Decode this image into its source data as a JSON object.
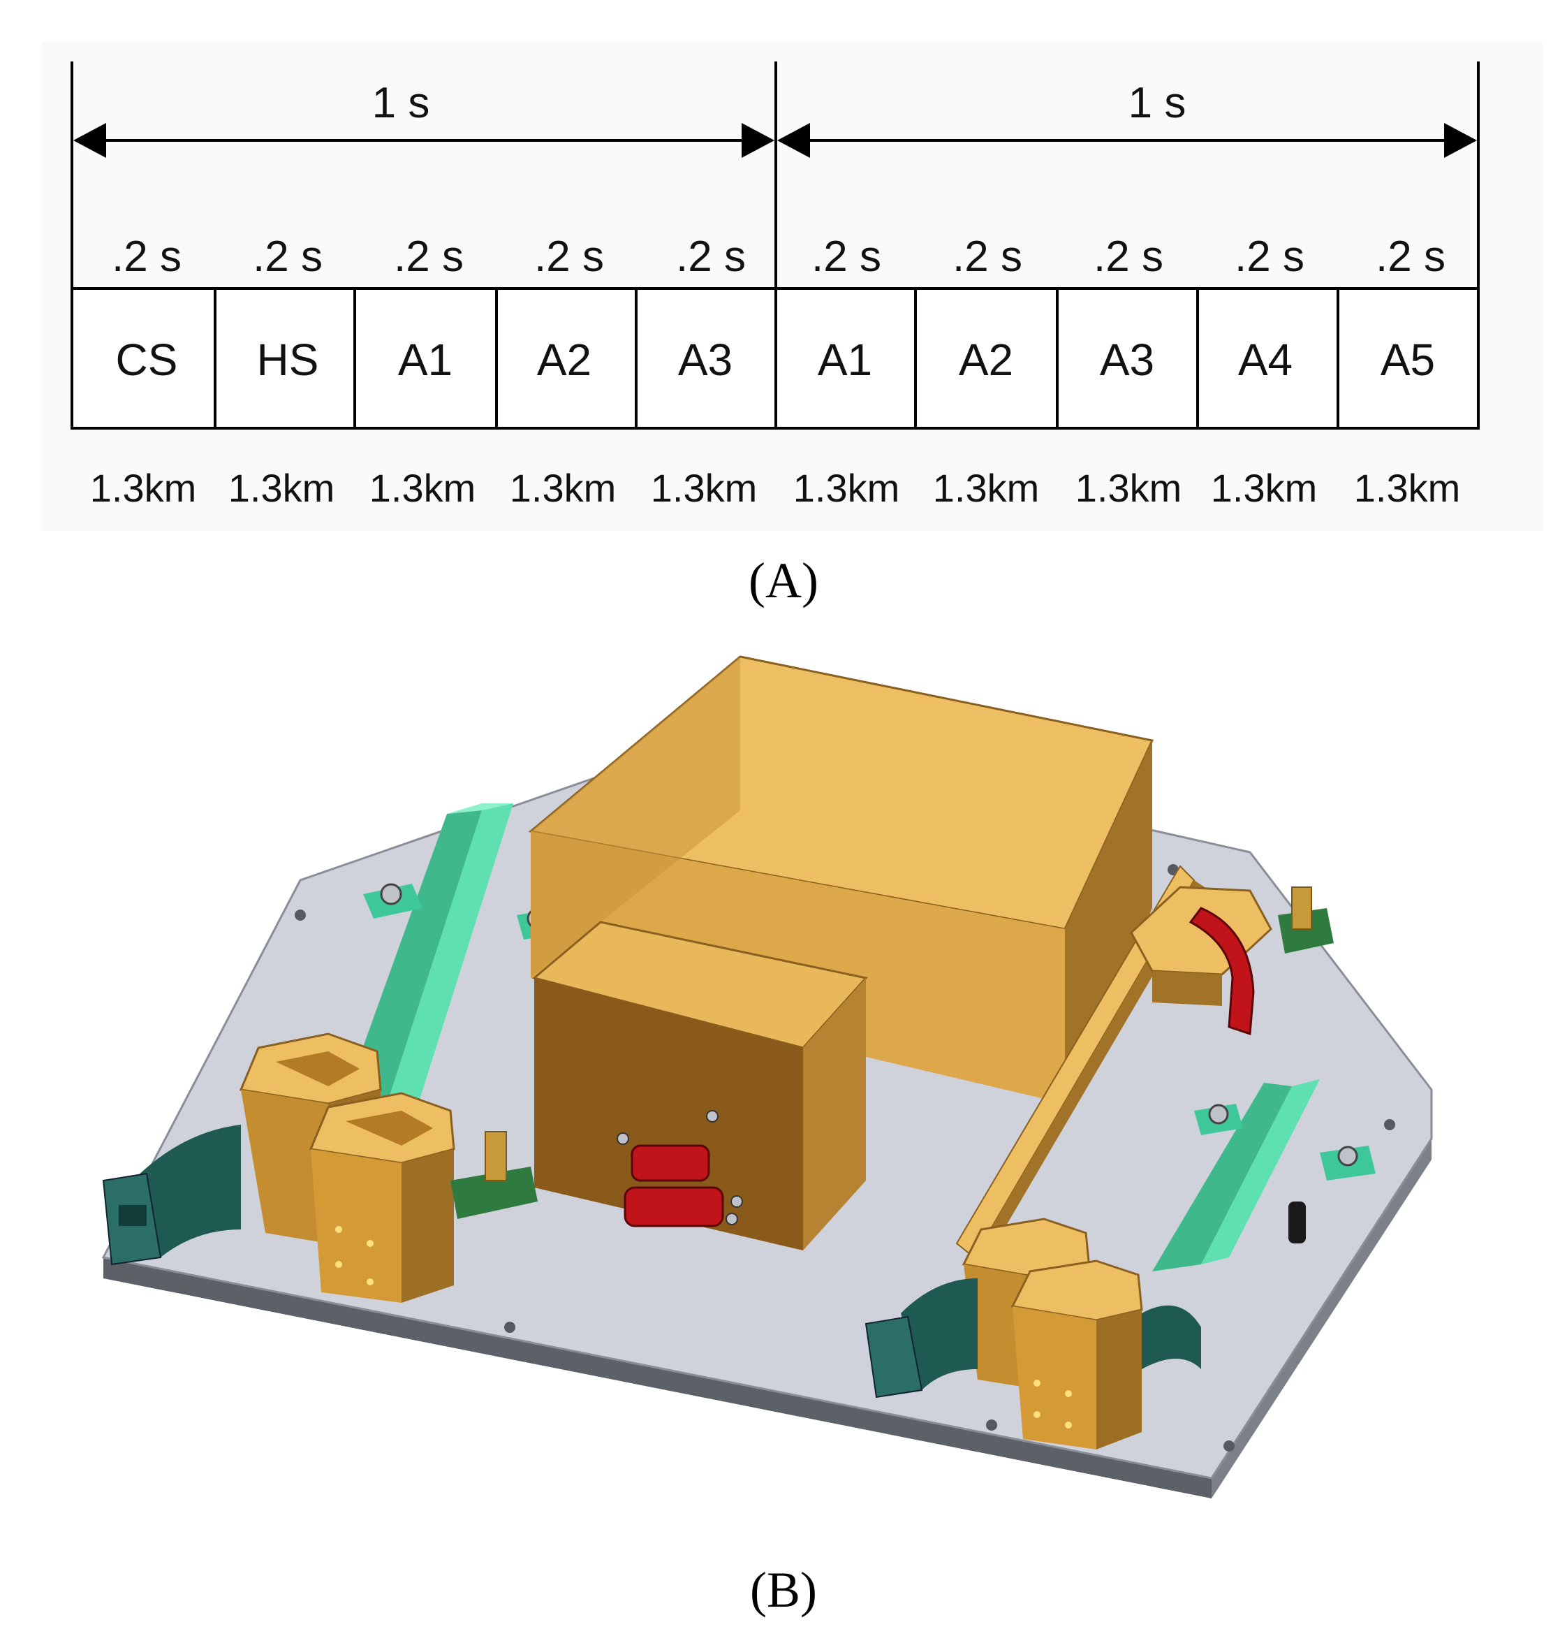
{
  "panels": {
    "a_label": "(A)",
    "b_label": "(B)"
  },
  "timing": {
    "frames": [
      {
        "duration": "1 s"
      },
      {
        "duration": "1 s"
      }
    ],
    "slot_durations": [
      ".2 s",
      ".2 s",
      ".2 s",
      ".2 s",
      ".2 s",
      ".2 s",
      ".2 s",
      ".2 s",
      ".2 s",
      ".2 s"
    ],
    "slots": [
      "CS",
      "HS",
      "A1",
      "A2",
      "A3",
      "A1",
      "A2",
      "A3",
      "A4",
      "A5"
    ],
    "distances": [
      "1.3km",
      "1.3km",
      "1.3km",
      "1.3km",
      "1.3km",
      "1.3km",
      "1.3km",
      "1.3km",
      "1.3km",
      "1.3km"
    ]
  },
  "colors": {
    "gold": "#dca84a",
    "gold_light": "#eebf62",
    "gold_dark": "#9c6f24",
    "mint": "#4fd0a0",
    "teal_dark": "#1e5a52",
    "plate": "#c9ccd6",
    "plate_edge": "#6f737b",
    "connector_red": "#c0141a"
  }
}
